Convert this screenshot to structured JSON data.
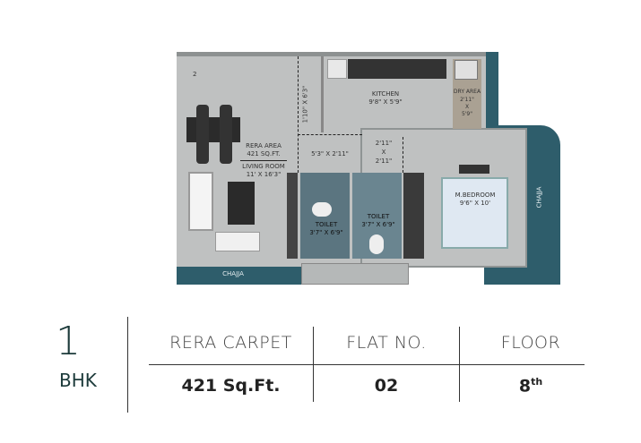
{
  "floor_plan": {
    "door_number": "2",
    "rooms": {
      "rera_area": "RERA AREA",
      "rera_sqft": "421 SQ.FT.",
      "living_room": "LIVING ROOM",
      "living_dim": "11' X 16'3\"",
      "passage_dim": "1'10\" X 6'3\"",
      "kitchen": "KITCHEN",
      "kitchen_dim": "9'8\" X 5'9\"",
      "dry_area": "DRY AREA",
      "dry_dim_1": "2'11\"",
      "dry_x": "X",
      "dry_dim_2": "5'9\"",
      "lobby_dim": "5'3\" X 2'11\"",
      "small_dim_1": "2'11\"",
      "small_x": "X",
      "small_dim_2": "2'11\"",
      "toilet1": "TOILET",
      "toilet1_dim": "3'7\" X 6'9\"",
      "toilet2": "TOILET",
      "toilet2_dim": "3'7\" X 6'9\"",
      "bedroom": "M.BEDROOM",
      "bedroom_dim": "9'6\" X 10'",
      "chajja_bottom": "CHAJJA",
      "chajja_right": "CHAJJA"
    },
    "colors": {
      "teal": "#2e5d6b",
      "floor": "#bfc1c1"
    }
  },
  "info": {
    "bhk_number": "1",
    "bhk_label": "BHK",
    "columns": [
      {
        "header": "RERA CARPET",
        "value": "421 Sq.Ft."
      },
      {
        "header": "FLAT NO.",
        "value": "02"
      },
      {
        "header": "FLOOR",
        "value": "8",
        "superscript": "th"
      }
    ]
  }
}
